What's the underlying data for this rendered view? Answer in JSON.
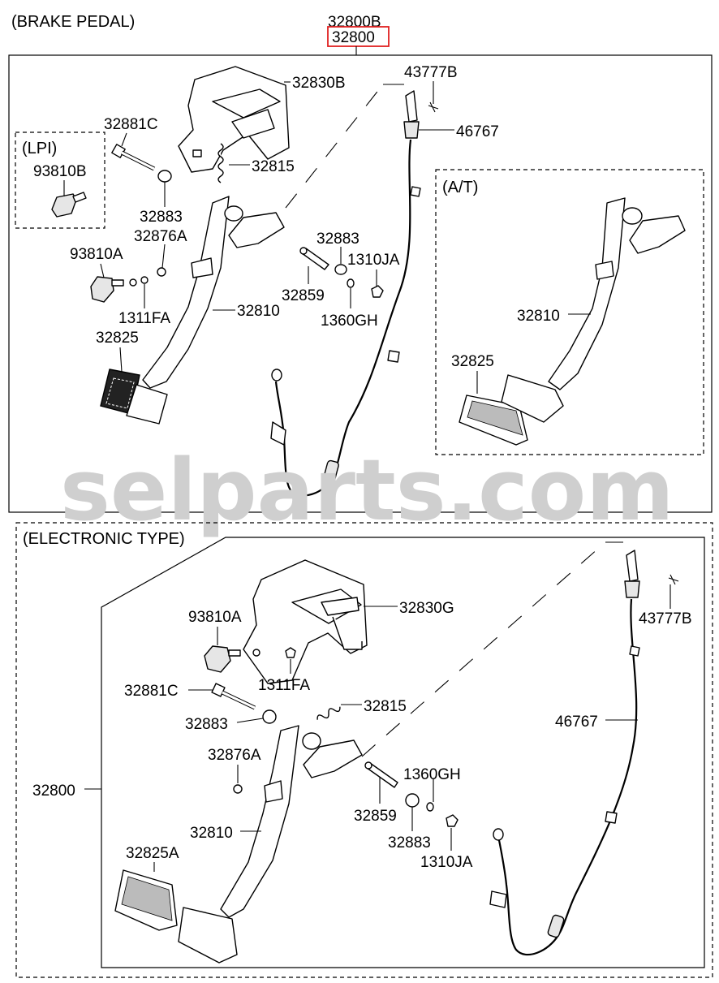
{
  "diagram": {
    "title": "(BRAKE PEDAL)",
    "header_part_above": "32800B",
    "header_part_selected": "32800",
    "highlight_color": "#e02020",
    "watermark": "selparts.com",
    "sections": {
      "lpi": "(LPI)",
      "at": "(A/T)",
      "electronic": "(ELECTRONIC TYPE)"
    },
    "upper_labels": {
      "p32830B": "32830B",
      "p43777B": "43777B",
      "p46767": "46767",
      "p32881C": "32881C",
      "p32815": "32815",
      "p93810B": "93810B",
      "p32883a": "32883",
      "p32876A": "32876A",
      "p93810A": "93810A",
      "p32883b": "32883",
      "p1310JA": "1310JA",
      "p32859": "32859",
      "p1311FA": "1311FA",
      "p32810": "32810",
      "p1360GH": "1360GH",
      "p32825": "32825",
      "at32810": "32810",
      "at32825": "32825"
    },
    "lower_labels": {
      "p32830G": "32830G",
      "p93810A": "93810A",
      "p43777B": "43777B",
      "p1311FA": "1311FA",
      "p32881C": "32881C",
      "p32815": "32815",
      "p46767": "46767",
      "p32883a": "32883",
      "p32876A": "32876A",
      "p1360GH": "1360GH",
      "p32800": "32800",
      "p32859": "32859",
      "p32810": "32810",
      "p32883b": "32883",
      "p1310JA": "1310JA",
      "p32825A": "32825A"
    }
  }
}
